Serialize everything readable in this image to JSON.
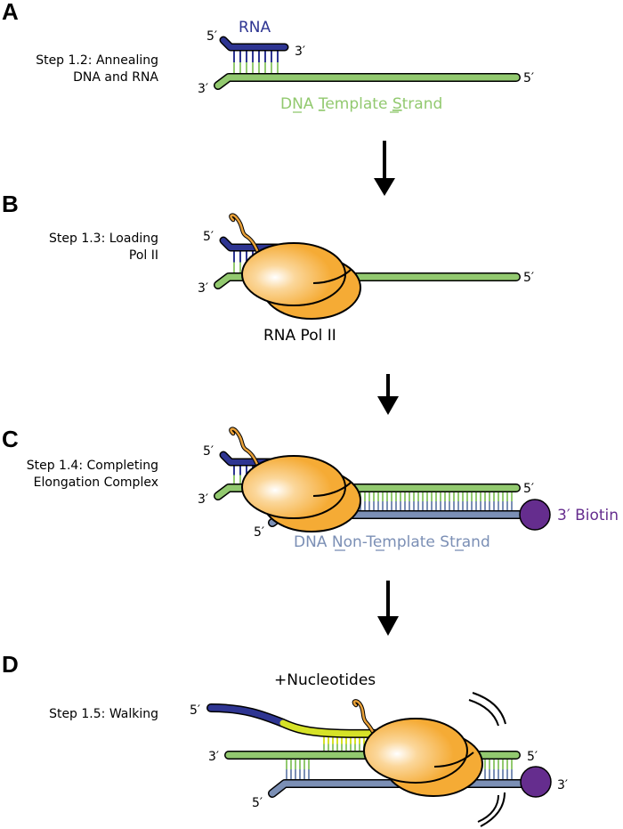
{
  "colors": {
    "rna": "#2e3592",
    "dna_template": "#92c96f",
    "dna_nontemplate": "#7b8fb5",
    "new_rna": "#d6e227",
    "polymerase": "#f5ab35",
    "biotin": "#652d8e",
    "nascent_peptide": "#e8a038"
  },
  "panels": [
    {
      "letter": "A",
      "step": [
        "Step 1.2: Annealing",
        "DNA and RNA"
      ],
      "rna_label": "RNA",
      "rna_5": "5′",
      "rna_3": "3′",
      "dna_3": "3′",
      "dna_5": "5′",
      "strand_label_parts": [
        "DNA ",
        "T",
        "emplate ",
        "S",
        "trand"
      ]
    },
    {
      "letter": "B",
      "step": [
        "Step 1.3: Loading",
        "Pol II"
      ],
      "rna_5": "5′",
      "dna_3": "3′",
      "dna_5": "5′",
      "pol_label": "RNA Pol II"
    },
    {
      "letter": "C",
      "step": [
        "Step 1.4: Completing",
        "Elongation Complex"
      ],
      "rna_5": "5′",
      "dna_3": "3′",
      "dna_5": "5′",
      "nt_5": "5′",
      "biotin_label": "3′ Biotin",
      "strand_label_parts": [
        "DNA ",
        "N",
        "on-",
        "T",
        "emplate ",
        "S",
        "trand"
      ]
    },
    {
      "letter": "D",
      "step": [
        "Step 1.5: Walking"
      ],
      "condition": "+Nucleotides",
      "rna_5": "5′",
      "dna_3": "3′",
      "dna_5": "5′",
      "nt_5": "5′",
      "biotin_3": "3′"
    }
  ]
}
